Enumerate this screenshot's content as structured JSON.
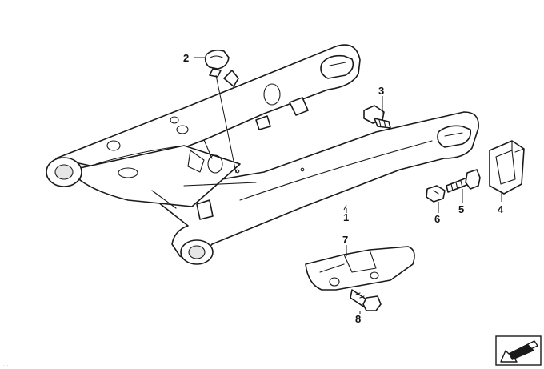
{
  "diagram": {
    "callouts": [
      "1",
      "2",
      "3",
      "4",
      "5",
      "6",
      "7",
      "8"
    ],
    "watermark": "..."
  },
  "colors": {
    "line": "#1a1a1a",
    "background": "#ffffff",
    "nav_icon": "#1a1a1a"
  },
  "icons": {
    "navigation": "arrow-down-left-icon"
  }
}
